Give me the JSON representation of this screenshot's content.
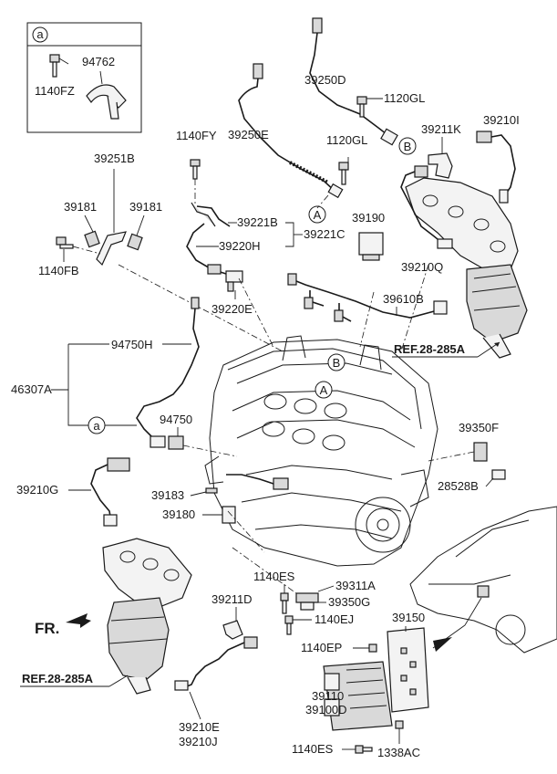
{
  "inset": {
    "marker": "a",
    "parts": [
      "94762",
      "1140FZ"
    ]
  },
  "labels": {
    "p39250D": "39250D",
    "p1120GL_a": "1120GL",
    "p1120GL_b": "1120GL",
    "p39250E": "39250E",
    "p1140FY": "1140FY",
    "p39211K": "39211K",
    "p39210I": "39210I",
    "p39251B": "39251B",
    "p39181_l": "39181",
    "p39181_r": "39181",
    "p39221B": "39221B",
    "p39220H": "39220H",
    "p39221C": "39221C",
    "p39190": "39190",
    "p39210Q": "39210Q",
    "p1140FB": "1140FB",
    "p39220E": "39220E",
    "p39610B": "39610B",
    "p94750H": "94750H",
    "p46307A": "46307A",
    "p94750": "94750",
    "p39350F": "39350F",
    "p28528B": "28528B",
    "p39210G": "39210G",
    "p39183": "39183",
    "p39180": "39180",
    "p1140ES_a": "1140ES",
    "p39311A": "39311A",
    "p39211D": "39211D",
    "p39350G": "39350G",
    "p1140EJ": "1140EJ",
    "p39150": "39150",
    "p1140EP": "1140EP",
    "p39110": "39110",
    "p39100D": "39100D",
    "p39210E": "39210E",
    "p39210J": "39210J",
    "p1140ES_b": "1140ES",
    "p1338AC": "1338AC"
  },
  "refs": {
    "ref_top": "REF.28-285A",
    "ref_bottom": "REF.28-285A"
  },
  "callouts": {
    "a": "a",
    "A": "A",
    "B": "B"
  },
  "direction": "FR."
}
